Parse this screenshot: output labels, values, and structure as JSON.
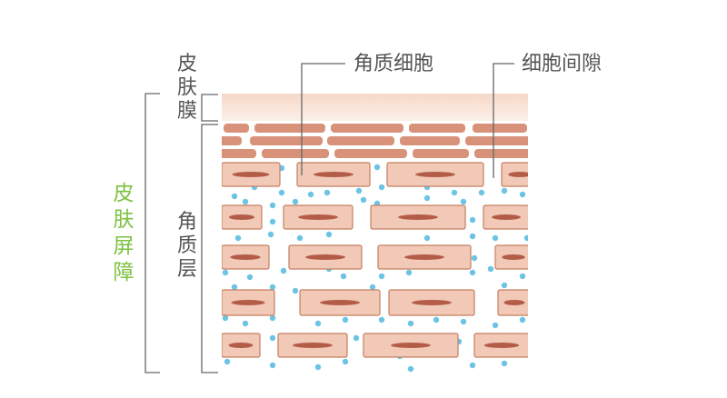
{
  "labels": {
    "skin_film": "皮肤膜",
    "stratum_corneum": "角质层",
    "skin_barrier": "皮肤屏障",
    "corneocyte": "角质细胞",
    "intercellular_space": "细胞间隙"
  },
  "colors": {
    "background": "#ffffff",
    "film_top": "#f6d8c8",
    "film_bottom": "#fbf0e9",
    "cell_fill": "#f1c9b6",
    "cell_border": "#c57f62",
    "nucleus": "#b35d49",
    "flat_cell": "#d9927a",
    "lipid_dot": "#6cc4e4",
    "bracket_line": "#666666",
    "barrier_text": "#7dc242"
  }
}
